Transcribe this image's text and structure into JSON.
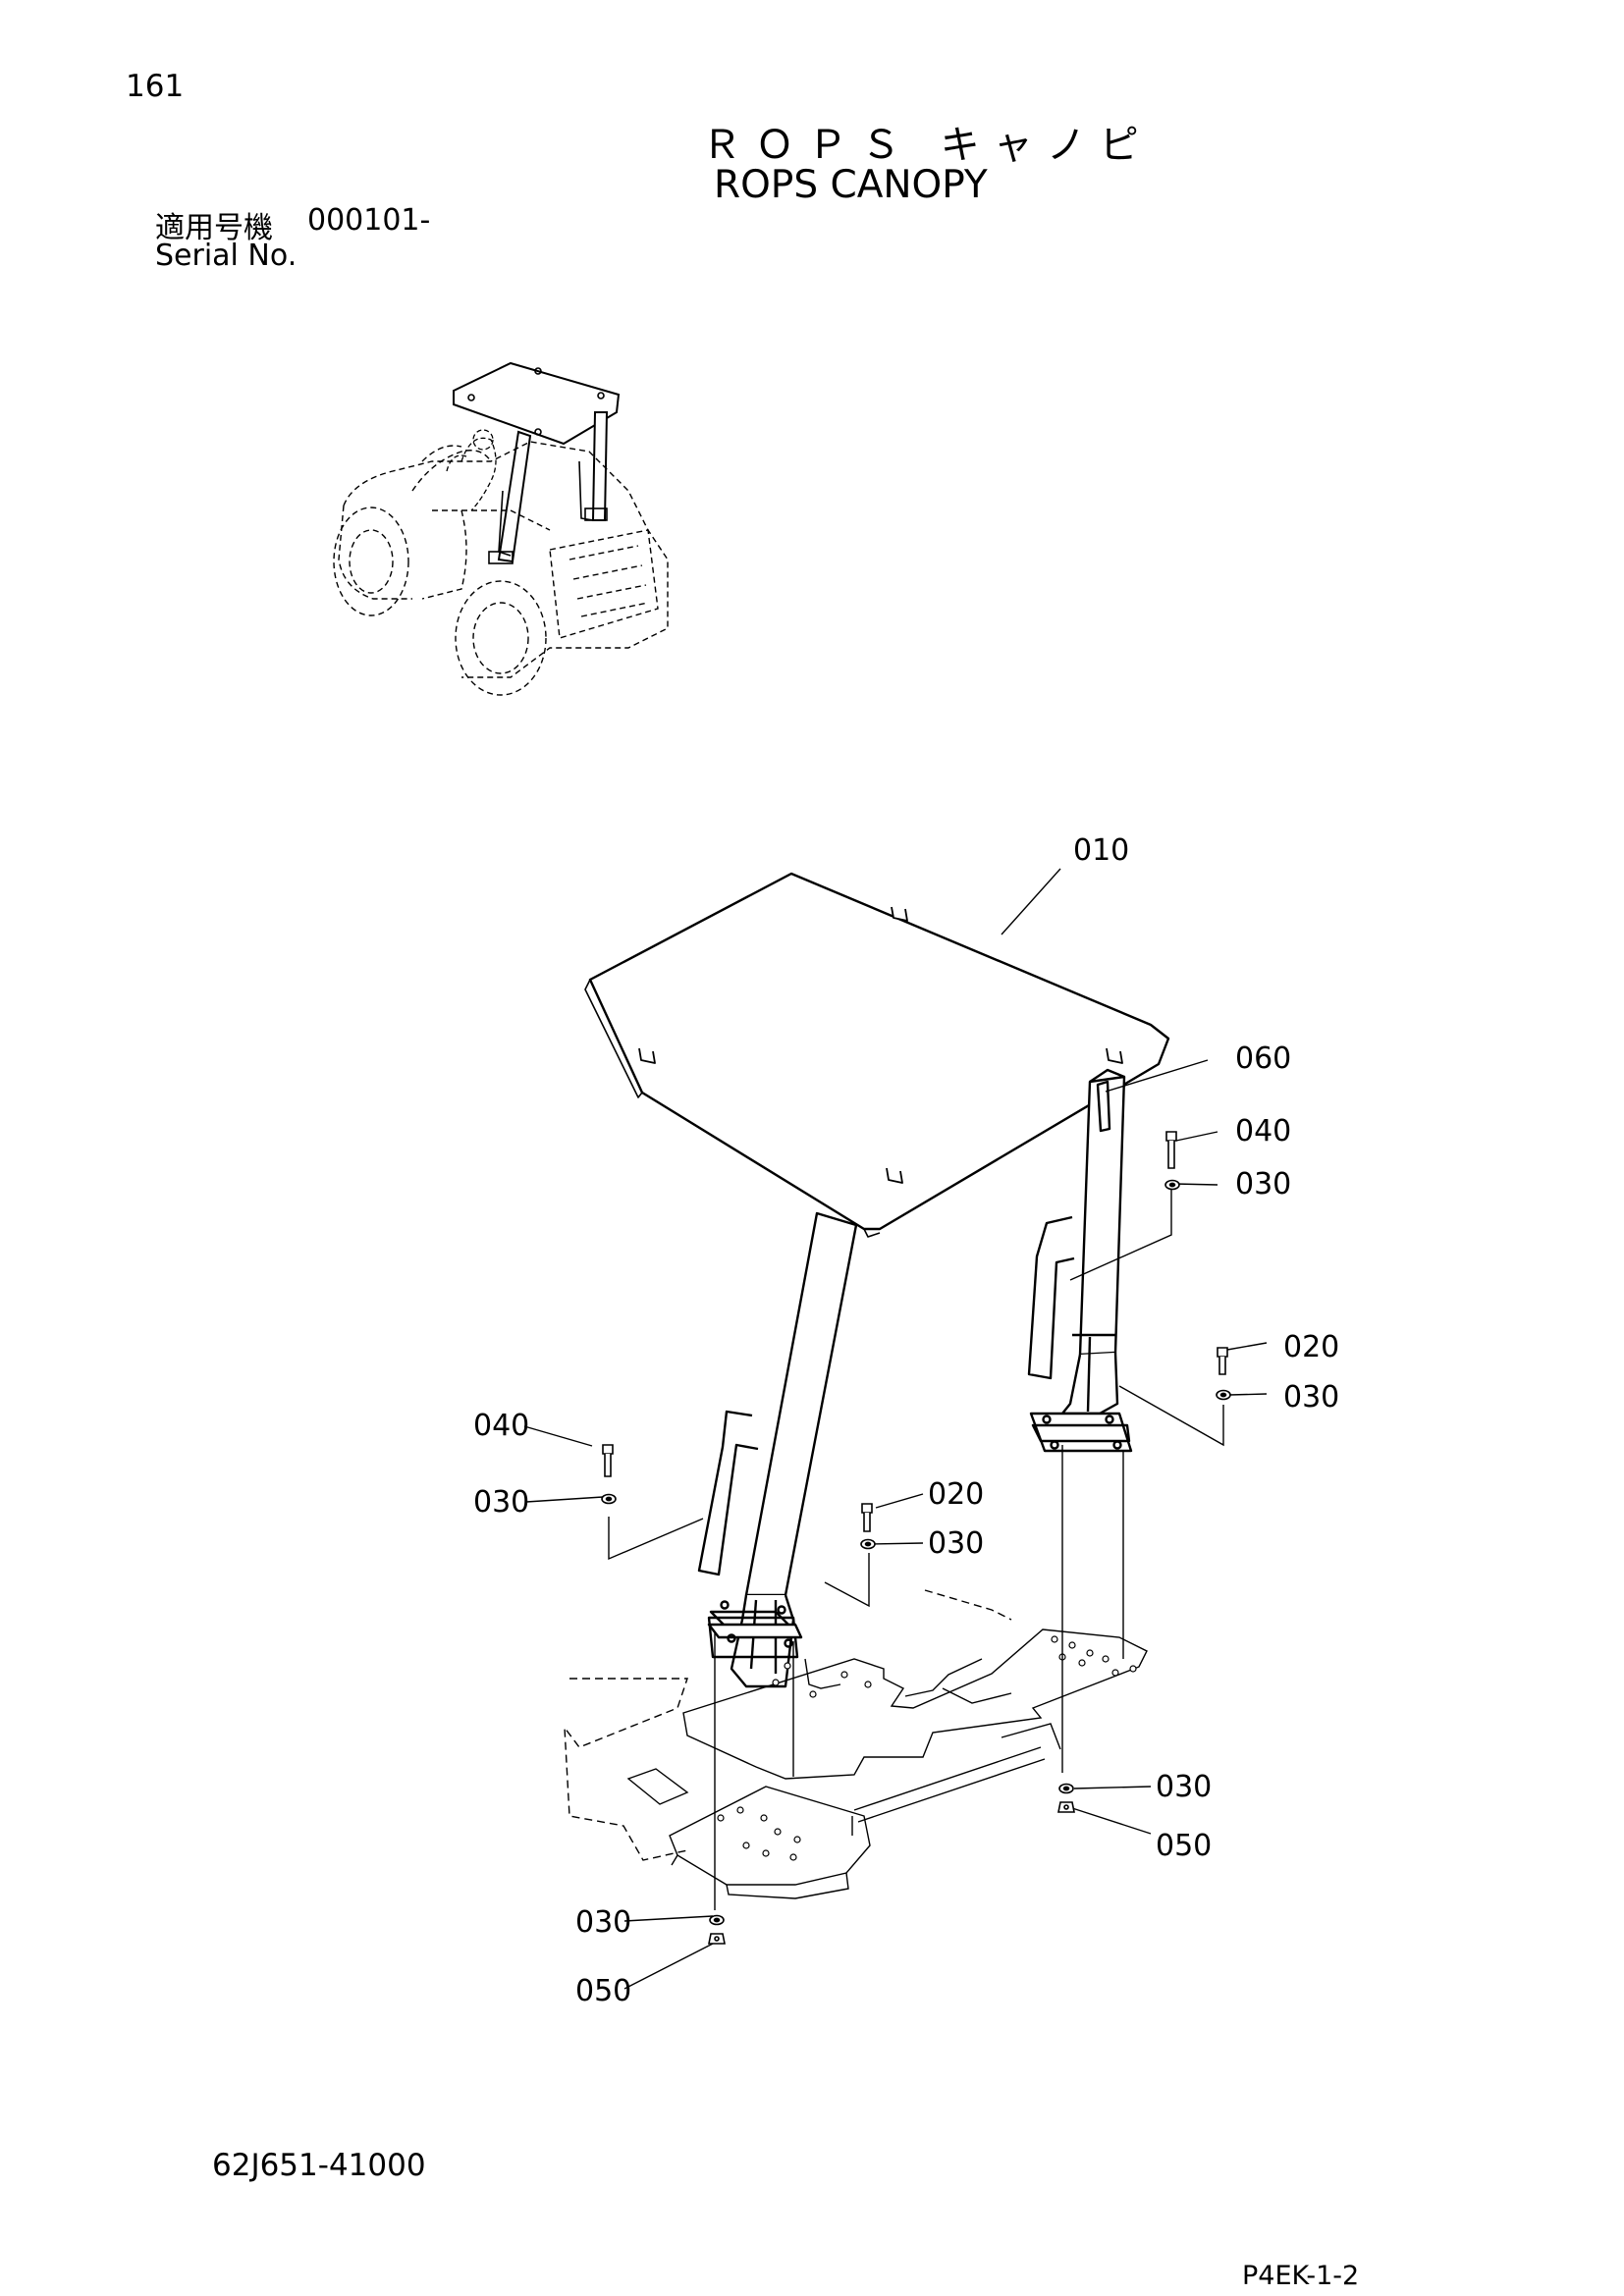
{
  "header": {
    "page_number": "161",
    "title_jp": "ＲＯＰＳ キャノピ",
    "title_en": "ROPS CANOPY",
    "serial_jp_label": "適用号機",
    "serial_value": "000101-",
    "serial_en_label": "Serial No."
  },
  "callouts": {
    "c010": "010",
    "c060": "060",
    "c040_right": "040",
    "c030_right_top": "030",
    "c020_right": "020",
    "c030_right_mid": "030",
    "c040_left": "040",
    "c030_left": "030",
    "c020_center": "020",
    "c030_center": "030",
    "c030_lower_right": "030",
    "c050_lower_right": "050",
    "c030_bottom": "030",
    "c050_bottom": "050"
  },
  "footer": {
    "drawing_number": "62J651-41000",
    "page_code": "P4EK-1-2"
  }
}
